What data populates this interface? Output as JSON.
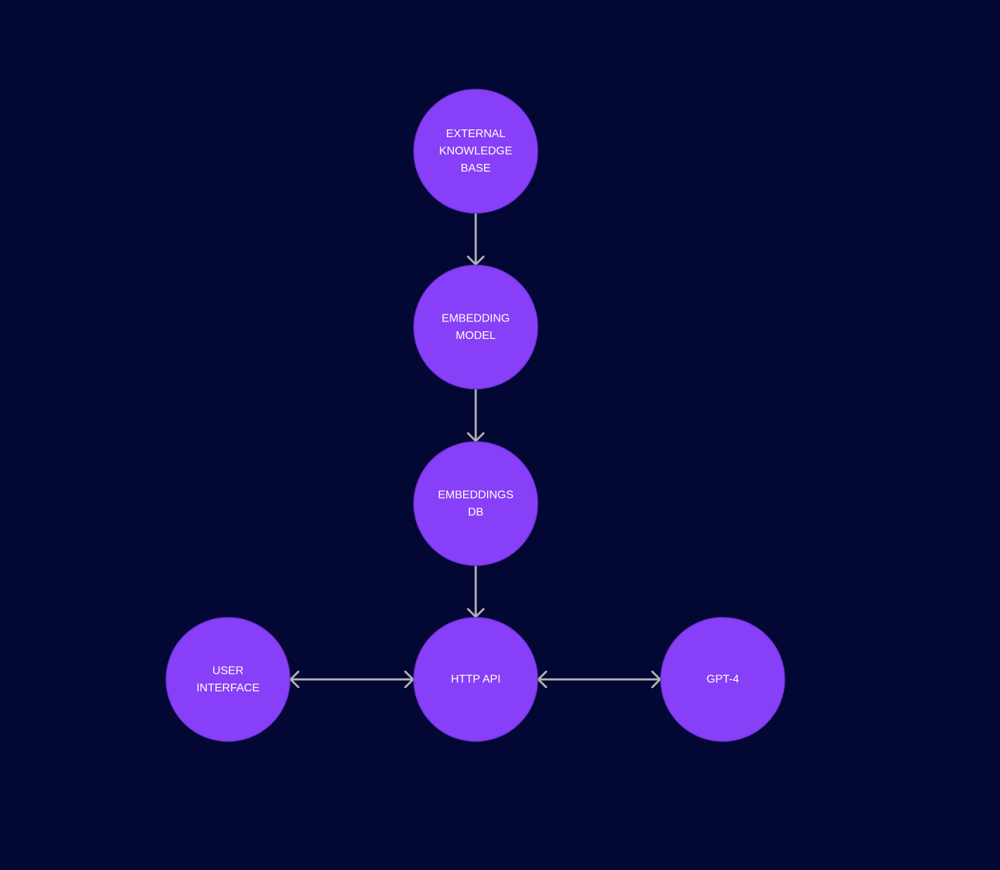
{
  "colors": {
    "background": "#020733",
    "node_fill": "#8740f7",
    "edge": "#b3b3b3"
  },
  "nodes": [
    {
      "id": "external-knowledge-base",
      "lines": [
        "EXTERNAL",
        "KNOWLEDGE",
        "BASE"
      ]
    },
    {
      "id": "embedding-model",
      "lines": [
        "EMBEDDING",
        "MODEL"
      ]
    },
    {
      "id": "embeddings-db",
      "lines": [
        "EMBEDDINGS",
        "DB"
      ]
    },
    {
      "id": "http-api",
      "lines": [
        "HTTP API"
      ]
    },
    {
      "id": "user-interface",
      "lines": [
        "USER",
        "INTERFACE"
      ]
    },
    {
      "id": "gpt-4",
      "lines": [
        "GPT-4"
      ]
    }
  ],
  "edges": [
    {
      "from": "external-knowledge-base",
      "to": "embedding-model",
      "direction": "forward"
    },
    {
      "from": "embedding-model",
      "to": "embeddings-db",
      "direction": "forward"
    },
    {
      "from": "embeddings-db",
      "to": "http-api",
      "direction": "forward"
    },
    {
      "from": "user-interface",
      "to": "http-api",
      "direction": "both"
    },
    {
      "from": "http-api",
      "to": "gpt-4",
      "direction": "both"
    }
  ]
}
